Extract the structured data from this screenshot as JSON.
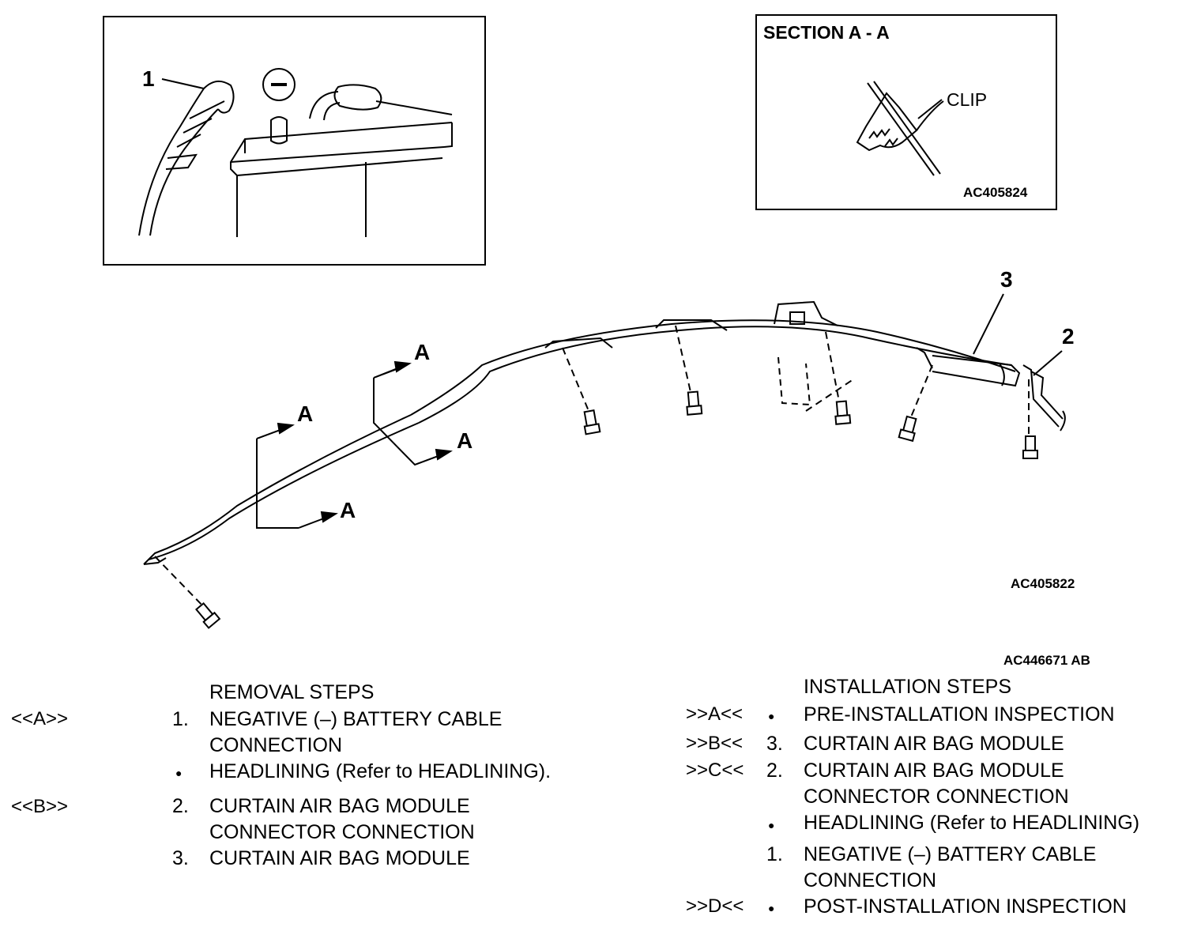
{
  "inset_battery": {
    "callout_1": "1",
    "minus_symbol": "−"
  },
  "inset_section": {
    "title": "SECTION A -  A",
    "clip_label": "CLIP",
    "code": "AC405824"
  },
  "main_drawing": {
    "callout_2": "2",
    "callout_3": "3",
    "section_marks": [
      "A",
      "A",
      "A",
      "A"
    ],
    "code": "AC405822"
  },
  "figure_code": "AC446671 AB",
  "removal": {
    "heading": "REMOVAL STEPS",
    "rows": [
      {
        "marker": "<<A>>",
        "num": "1.",
        "line1": "NEGATIVE (–) BATTERY CABLE",
        "line2": "CONNECTION"
      },
      {
        "marker": "",
        "num": "●",
        "line1": "HEADLINING (Refer to HEADLINING).",
        "line2": ""
      },
      {
        "marker": "<<B>>",
        "num": "2.",
        "line1": "CURTAIN AIR BAG MODULE",
        "line2": "CONNECTOR CONNECTION"
      },
      {
        "marker": "",
        "num": "3.",
        "line1": "CURTAIN AIR BAG MODULE",
        "line2": ""
      }
    ]
  },
  "installation": {
    "heading": "INSTALLATION STEPS",
    "rows": [
      {
        "marker": ">>A<<",
        "num": "●",
        "line1": "PRE-INSTALLATION INSPECTION",
        "line2": ""
      },
      {
        "marker": ">>B<<",
        "num": "3.",
        "line1": "CURTAIN AIR BAG MODULE",
        "line2": ""
      },
      {
        "marker": ">>C<<",
        "num": "2.",
        "line1": "CURTAIN AIR BAG MODULE",
        "line2": "CONNECTOR CONNECTION"
      },
      {
        "marker": "",
        "num": "●",
        "line1": "HEADLINING (Refer to HEADLINING)",
        "line2": ""
      },
      {
        "marker": "",
        "num": "1.",
        "line1": "NEGATIVE (–) BATTERY CABLE",
        "line2": "CONNECTION"
      },
      {
        "marker": ">>D<<",
        "num": "●",
        "line1": "POST-INSTALLATION INSPECTION",
        "line2": ""
      }
    ]
  }
}
